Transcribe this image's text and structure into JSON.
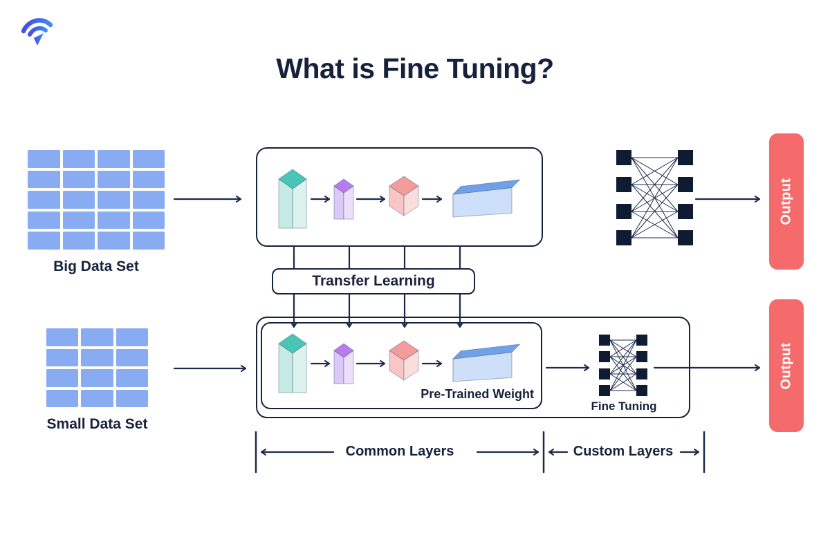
{
  "title": "What is Fine Tuning?",
  "brand": {
    "logo": "signal-arrow-logo"
  },
  "colors": {
    "ink": "#16223C",
    "line": "#1B2A4A",
    "node": "#0F1B33",
    "data_cell": "#88ABF1",
    "output_pill": "#F56A6A",
    "logo_gradient": [
      "#4646E0",
      "#3E8BF4"
    ]
  },
  "datasets": {
    "big": {
      "label": "Big Data Set",
      "rows": 5,
      "cols": 4
    },
    "small": {
      "label": "Small Data Set",
      "rows": 4,
      "cols": 3
    }
  },
  "labels": {
    "transfer": "Transfer Learning",
    "pretrained": "Pre-Trained Weight",
    "fine_tuning": "Fine Tuning",
    "output_top": "Output",
    "output_bottom": "Output",
    "common": "Common Layers",
    "custom": "Custom Layers"
  },
  "layer_blocks": [
    {
      "name": "tall-teal-block",
      "type": "prism",
      "top": "#49C5B6",
      "left": "#C6EAE4",
      "right": "#DBF2EE"
    },
    {
      "name": "medium-purple-block",
      "type": "prism",
      "top": "#B77CEE",
      "left": "#DDC9F8",
      "right": "#ECDFFB"
    },
    {
      "name": "small-pink-cube",
      "type": "cube",
      "top": "#F49B9B",
      "left": "#F8C6C5",
      "right": "#FBDEDB"
    },
    {
      "name": "wide-blue-slab",
      "type": "slab",
      "top": "#6FA0EA",
      "left": "#A9C6F3",
      "right": "#CEDFF9"
    }
  ],
  "network": {
    "columns": 2,
    "nodes_per_column": 4
  }
}
